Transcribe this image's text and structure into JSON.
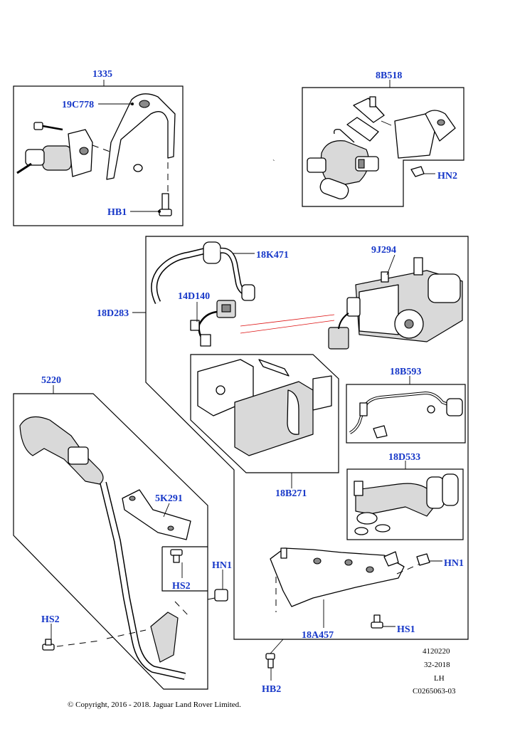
{
  "callouts": {
    "c1335": "1335",
    "c19C778": "19C778",
    "cHB1": "HB1",
    "c8B518": "8B518",
    "cHN2": "HN2",
    "c18K471": "18K471",
    "c9J294": "9J294",
    "c14D140": "14D140",
    "c18D283": "18D283",
    "c18B593": "18B593",
    "c5220": "5220",
    "c5K291": "5K291",
    "c18B271": "18B271",
    "c18D533": "18D533",
    "cHN1a": "HN1",
    "cHN1b": "HN1",
    "cHS2a": "HS2",
    "cHS2b": "HS2",
    "cHS1": "HS1",
    "c18A457": "18A457",
    "cHB2": "HB2"
  },
  "meta": {
    "line1": "4120220",
    "line2": "32-2018",
    "line3": "LH",
    "line4": "C0265063-03"
  },
  "copyright": "© Copyright, 2016 - 2018. Jaguar Land Rover Limited.",
  "colors": {
    "callout": "#1536c8",
    "leader_red": "#dd1111"
  }
}
